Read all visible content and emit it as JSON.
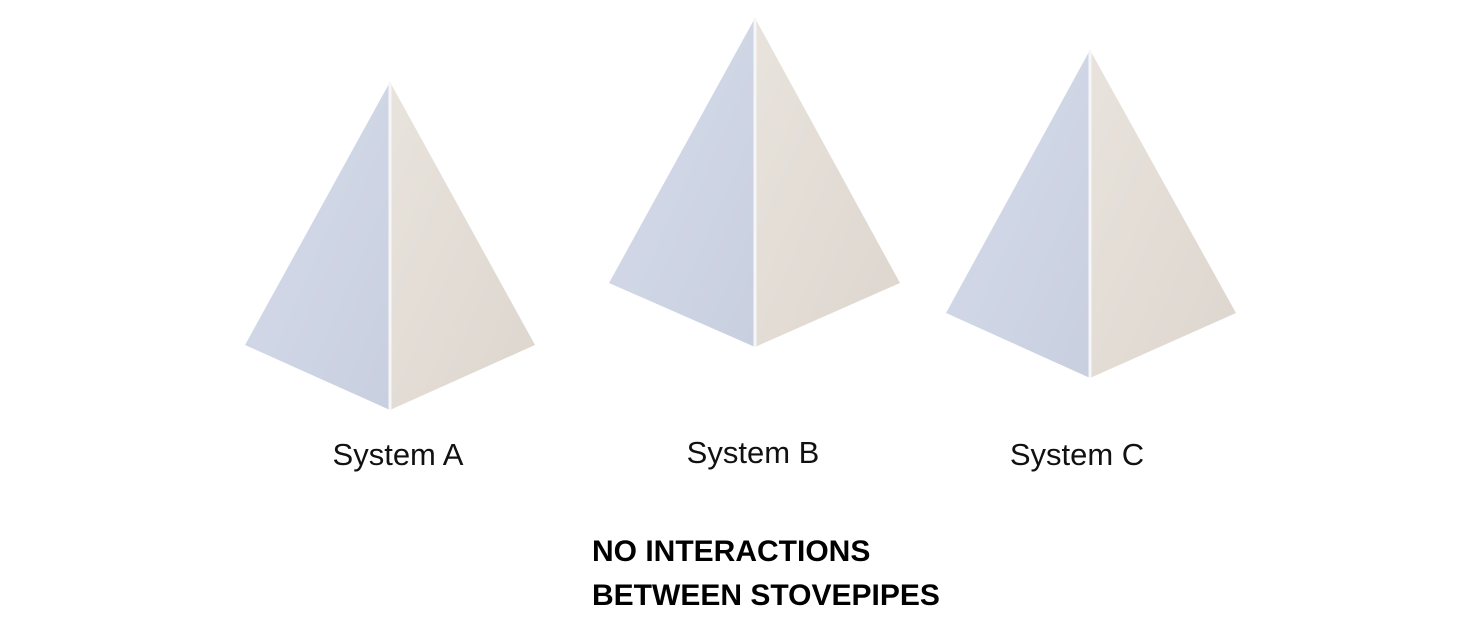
{
  "systems": [
    {
      "label": "System A"
    },
    {
      "label": "System B"
    },
    {
      "label": "System C"
    }
  ],
  "caption": {
    "line1": "NO INTERACTIONS",
    "line2": "BETWEEN STOVEPIPES"
  },
  "colors": {
    "left_face": "#cdd3e2",
    "right_face": "#e3ddd6",
    "edge": "#f4f4f6"
  }
}
